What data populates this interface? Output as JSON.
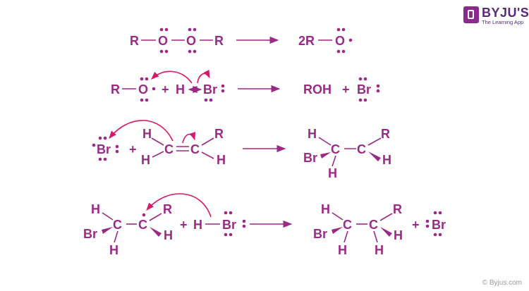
{
  "brand": {
    "name": "BYJU'S",
    "tagline": "The Learning App",
    "icon": "byjus-logo-icon"
  },
  "credit": "© Byjus.com",
  "colors": {
    "structure": "#9b2a86",
    "electron_arrow": "#d8186a"
  },
  "reactions": [
    {
      "reactants": {
        "r_left": "R",
        "o1": "O",
        "o2": "O",
        "r_right": "R"
      },
      "products": {
        "coef_r": "2R",
        "o": "O"
      }
    },
    {
      "reactants": {
        "r": "R",
        "o": "O",
        "plus": "+",
        "h": "H",
        "br": "Br"
      },
      "products": {
        "roh": "ROH",
        "plus": "+",
        "br": "Br"
      }
    },
    {
      "reactants": {
        "br": "Br",
        "plus": "+",
        "h1": "H",
        "h2": "H",
        "c1": "C",
        "c2": "C",
        "r": "R",
        "h3": "H"
      },
      "products": {
        "h1": "H",
        "br": "Br",
        "c1": "C",
        "h2": "H",
        "c2": "C",
        "r": "R",
        "h3": "H"
      }
    },
    {
      "reactants": {
        "h1": "H",
        "br": "Br",
        "c1": "C",
        "h2": "H",
        "c2": "C",
        "r": "R",
        "h3": "H",
        "plus": "+",
        "h4": "H",
        "br2": "Br"
      },
      "products": {
        "h1": "H",
        "br": "Br",
        "c1": "C",
        "h2": "H",
        "c2": "C",
        "r": "R",
        "h3": "H",
        "h4": "H",
        "plus": "+",
        "br2": "Br"
      }
    }
  ]
}
